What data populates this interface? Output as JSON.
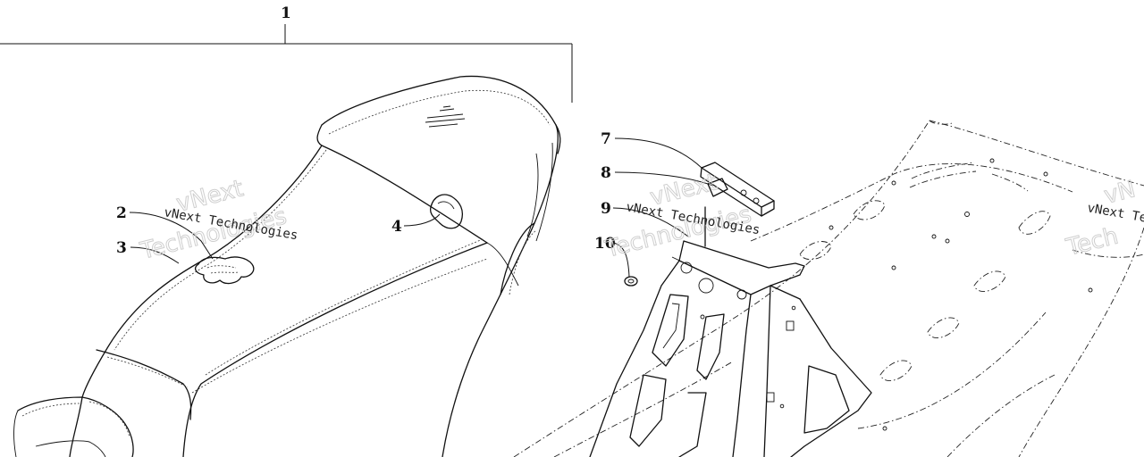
{
  "diagram": {
    "callouts": {
      "c1": "1",
      "c2": "2",
      "c3": "3",
      "c4": "4",
      "c7": "7",
      "c8": "8",
      "c9": "9",
      "c10": "10"
    },
    "watermark": {
      "brand": "vNext Technologies",
      "big_line1": "vNext",
      "big_line2": "Technologies",
      "edge_text": "vNext Te",
      "edge_text_big": "vN",
      "edge_text_big2": "Tech"
    }
  }
}
